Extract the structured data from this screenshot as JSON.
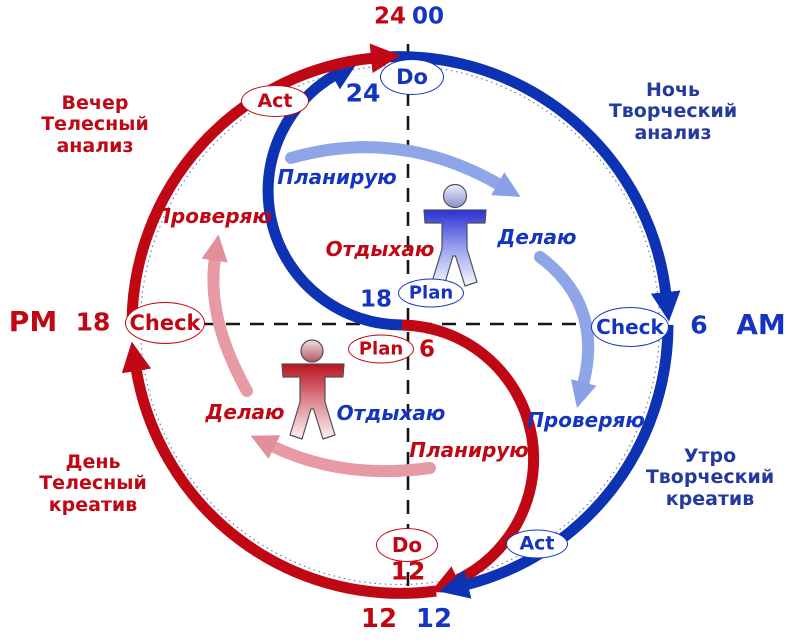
{
  "title": "PDCA day cycle (yin-yang) diagram",
  "colors": {
    "red_arc": "#c00814",
    "blue_arc": "#0d32b4",
    "red_text": "#c00814",
    "blue_text": "#1535bf",
    "navy_text": "#243a9c",
    "light_blue_arrow": "#8ea6e8",
    "pink_arrow": "#e79aa4",
    "dash_line": "#161616"
  },
  "times": {
    "top_red": "24",
    "top_blue": "00",
    "inner_top": "24",
    "pm": "PM",
    "left_18": "18",
    "right_6": "6",
    "am": "AM",
    "center_blue_18": "18",
    "center_red_6": "6",
    "bottom_inner_12": "12",
    "bottom_red_12": "12",
    "bottom_blue_12": "12"
  },
  "stages": {
    "act_top": "Act",
    "do_top": "Do",
    "check_left": "Check",
    "check_right": "Check",
    "plan_center_blue": "Plan",
    "plan_center_red": "Plan",
    "do_bottom": "Do",
    "act_bottom": "Act"
  },
  "quadrants": {
    "night": "Ночь\nТворческий\nанализ",
    "evening": "Вечер\nТелесный\nанализ",
    "day": "День\nТелесный\nкреатив",
    "morning": "Утро\nТворческий\nкреатив"
  },
  "activities": {
    "night_plan": "Планирую",
    "night_do": "Делаю",
    "night_check": "Проверяю",
    "night_rest": "Отдыхаю",
    "day_plan": "Планирую",
    "day_do": "Делаю",
    "day_check": "Проверяю",
    "day_rest": "Отдыхаю"
  },
  "icons": {
    "figure_blue": "person-standing-arms-out",
    "figure_red": "person-standing-arms-out"
  }
}
